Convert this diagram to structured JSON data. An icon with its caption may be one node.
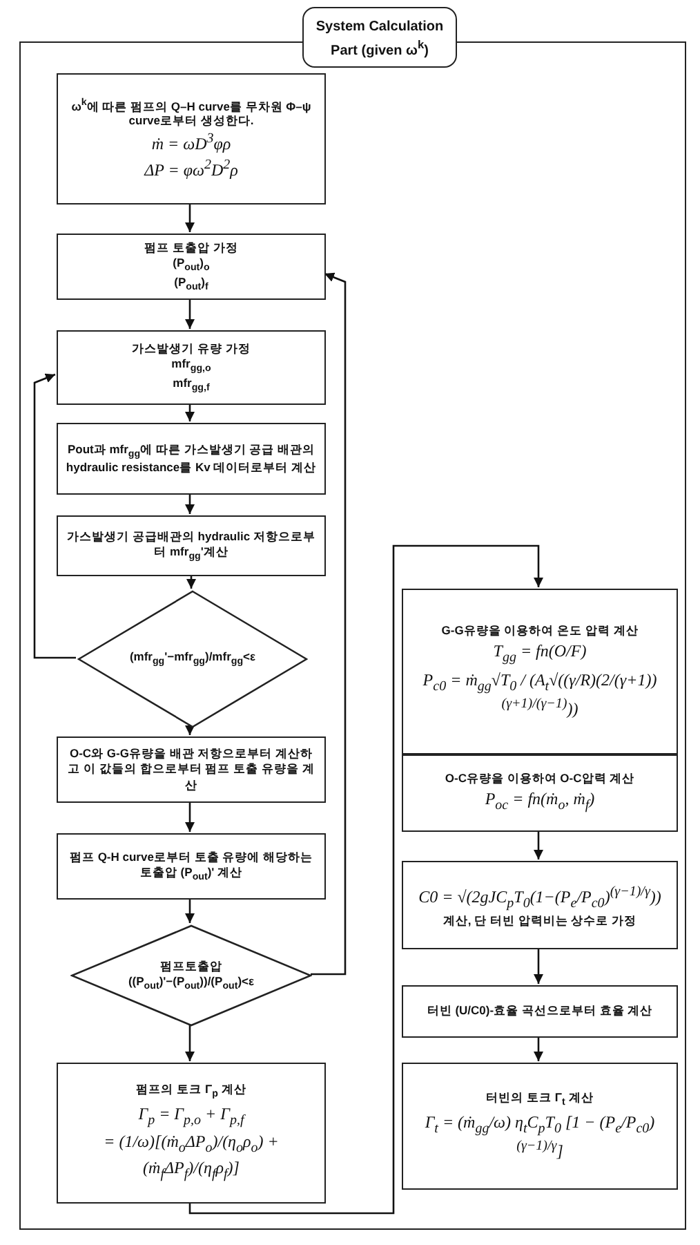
{
  "diagram": {
    "nodes": [
      {
        "text": [
          "System Calculation Part (given ω$^{k}$)"
        ]
      },
      {
        "text": [
          "ω$^{k}$에 따른 펌프의 Q–H curve를 무차원 Φ–ψ curve로부터 생성한다.",
          "ṁ = ωD$^{3}$φρ",
          "ΔP = φω$^{2}$D$^{2}$ρ"
        ],
        "in": 0
      },
      {
        "text": [
          "펌프 토출압 가정",
          "(P$_{out}$)$_{o}$",
          "(P$_{out}$)$_{f}$"
        ],
        "in": 0
      },
      {
        "text": [
          "가스발생기 유량 가정",
          "mfr$_{gg,o}$",
          "mfr$_{gg,f}$"
        ],
        "in": 0
      },
      {
        "text": [
          "Pout과 mfr$_{gg}$에 따른 가스발생기 공급 배관의 hydraulic resistance를 Kv 데이터로부터 계산"
        ],
        "in": 0
      },
      {
        "text": [
          "가스발생기 공급배관의 hydraulic 저항으로부터 mfr$_{gg}$'계산"
        ],
        "in": 0
      },
      {
        "text": [
          "(mfr$_{gg}$'−mfr$_{gg}$)/mfr$_{gg}$<ε"
        ],
        "in": 0
      },
      {
        "text": [
          "O-C와 G-G유량을 배관 저항으로부터 계산하고 이 값들의 합으로부터 펌프 토출 유량을 계산"
        ],
        "in": 0
      },
      {
        "text": [
          "펌프 Q-H curve로부터 토출 유량에 해당하는 토출압 (P$_{out}$)' 계산"
        ],
        "in": 0
      },
      {
        "text": [
          "펌프토출압",
          "((P$_{out}$)'−(P$_{out}$))/(P$_{out}$)<ε"
        ],
        "in": 0
      },
      {
        "text": [
          "펌프의 토크 Γ$_{p}$ 계산",
          "Γ$_{p}$ = Γ$_{p,o}$ + Γ$_{p,f}$",
          "= (1/ω)[(ṁ$_{o}$ΔP$_{o}$)/(η$_{o}$ρ$_{o}$) + (ṁ$_{f}$ΔP$_{f}$)/(η$_{f}$ρ$_{f}$)]"
        ],
        "in": 0
      },
      {
        "text": [
          "G-G유량을 이용하여 온도 압력 계산",
          "T$_{gg}$ = fn(O/F)",
          "P$_{c0}$ = ṁ$_{gg}$√T$_{0}$ / (A$_{t}$√((γ/R)(2/(γ+1))$^{(γ+1)/(γ−1)}$))"
        ],
        "in": 0
      },
      {
        "text": [
          "O-C유량을 이용하여 O-C압력 계산",
          "P$_{oc}$ = fn(ṁ$_{o}$, ṁ$_{f}$)"
        ],
        "in": 0
      },
      {
        "text": [
          "C0 = √(2gJC$_{p}$T$_{0}$(1−(P$_{e}$/P$_{c0}$)$^{(γ−1)/γ}$))",
          "계산, 단 터빈 압력비는 상수로 가정"
        ],
        "in": 0
      },
      {
        "text": [
          "터빈 (U/C0)-효율 곡선으로부터 효율 계산"
        ],
        "in": 0
      },
      {
        "text": [
          "터빈의 토크 Γ$_{t}$ 계산",
          "Γ$_{t}$ = (ṁ$_{gg}$/ω) η$_{t}$C$_{p}$T$_{0}$ [1 − (P$_{e}$/P$_{c0}$)$^{(γ−1)/γ}$]"
        ],
        "in": 0
      }
    ],
    "edges": [
      {
        "from": 1,
        "to": 2,
        "arrow": "to"
      },
      {
        "from": 2,
        "to": 3,
        "arrow": "to"
      },
      {
        "from": 3,
        "to": 4,
        "arrow": "to"
      },
      {
        "from": 4,
        "to": 5,
        "arrow": "to"
      },
      {
        "from": 5,
        "to": 6,
        "arrow": "to"
      },
      {
        "from": 6,
        "to": 3,
        "arrow": "to"
      },
      {
        "from": 6,
        "to": 7,
        "arrow": "to"
      },
      {
        "from": 7,
        "to": 8,
        "arrow": "to"
      },
      {
        "from": 8,
        "to": 9,
        "arrow": "to"
      },
      {
        "from": 9,
        "to": 2,
        "arrow": "to"
      },
      {
        "from": 9,
        "to": 10,
        "arrow": "to"
      },
      {
        "from": 10,
        "to": 11,
        "arrow": "to"
      },
      {
        "from": 12,
        "to": 13,
        "arrow": "to"
      },
      {
        "from": 13,
        "to": 14,
        "arrow": "to"
      },
      {
        "from": 14,
        "to": 15,
        "arrow": "to"
      }
    ]
  }
}
